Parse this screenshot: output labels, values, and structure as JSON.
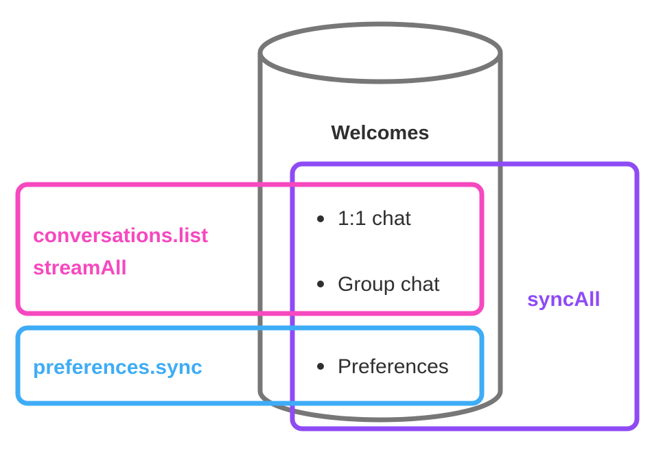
{
  "database": {
    "title": "Welcomes",
    "items": [
      "1:1 chat",
      "Group chat",
      "Preferences"
    ]
  },
  "groups": [
    {
      "id": "conversations",
      "labels": [
        "conversations.list",
        "streamAll"
      ],
      "color": "#f648bf"
    },
    {
      "id": "preferences",
      "labels": [
        "preferences.sync"
      ],
      "color": "#3eacf6"
    },
    {
      "id": "syncall",
      "labels": [
        "syncAll"
      ],
      "color": "#8e4bf5"
    }
  ],
  "colors": {
    "cylinder_stroke": "#777777",
    "text": "#2f2f2f"
  }
}
